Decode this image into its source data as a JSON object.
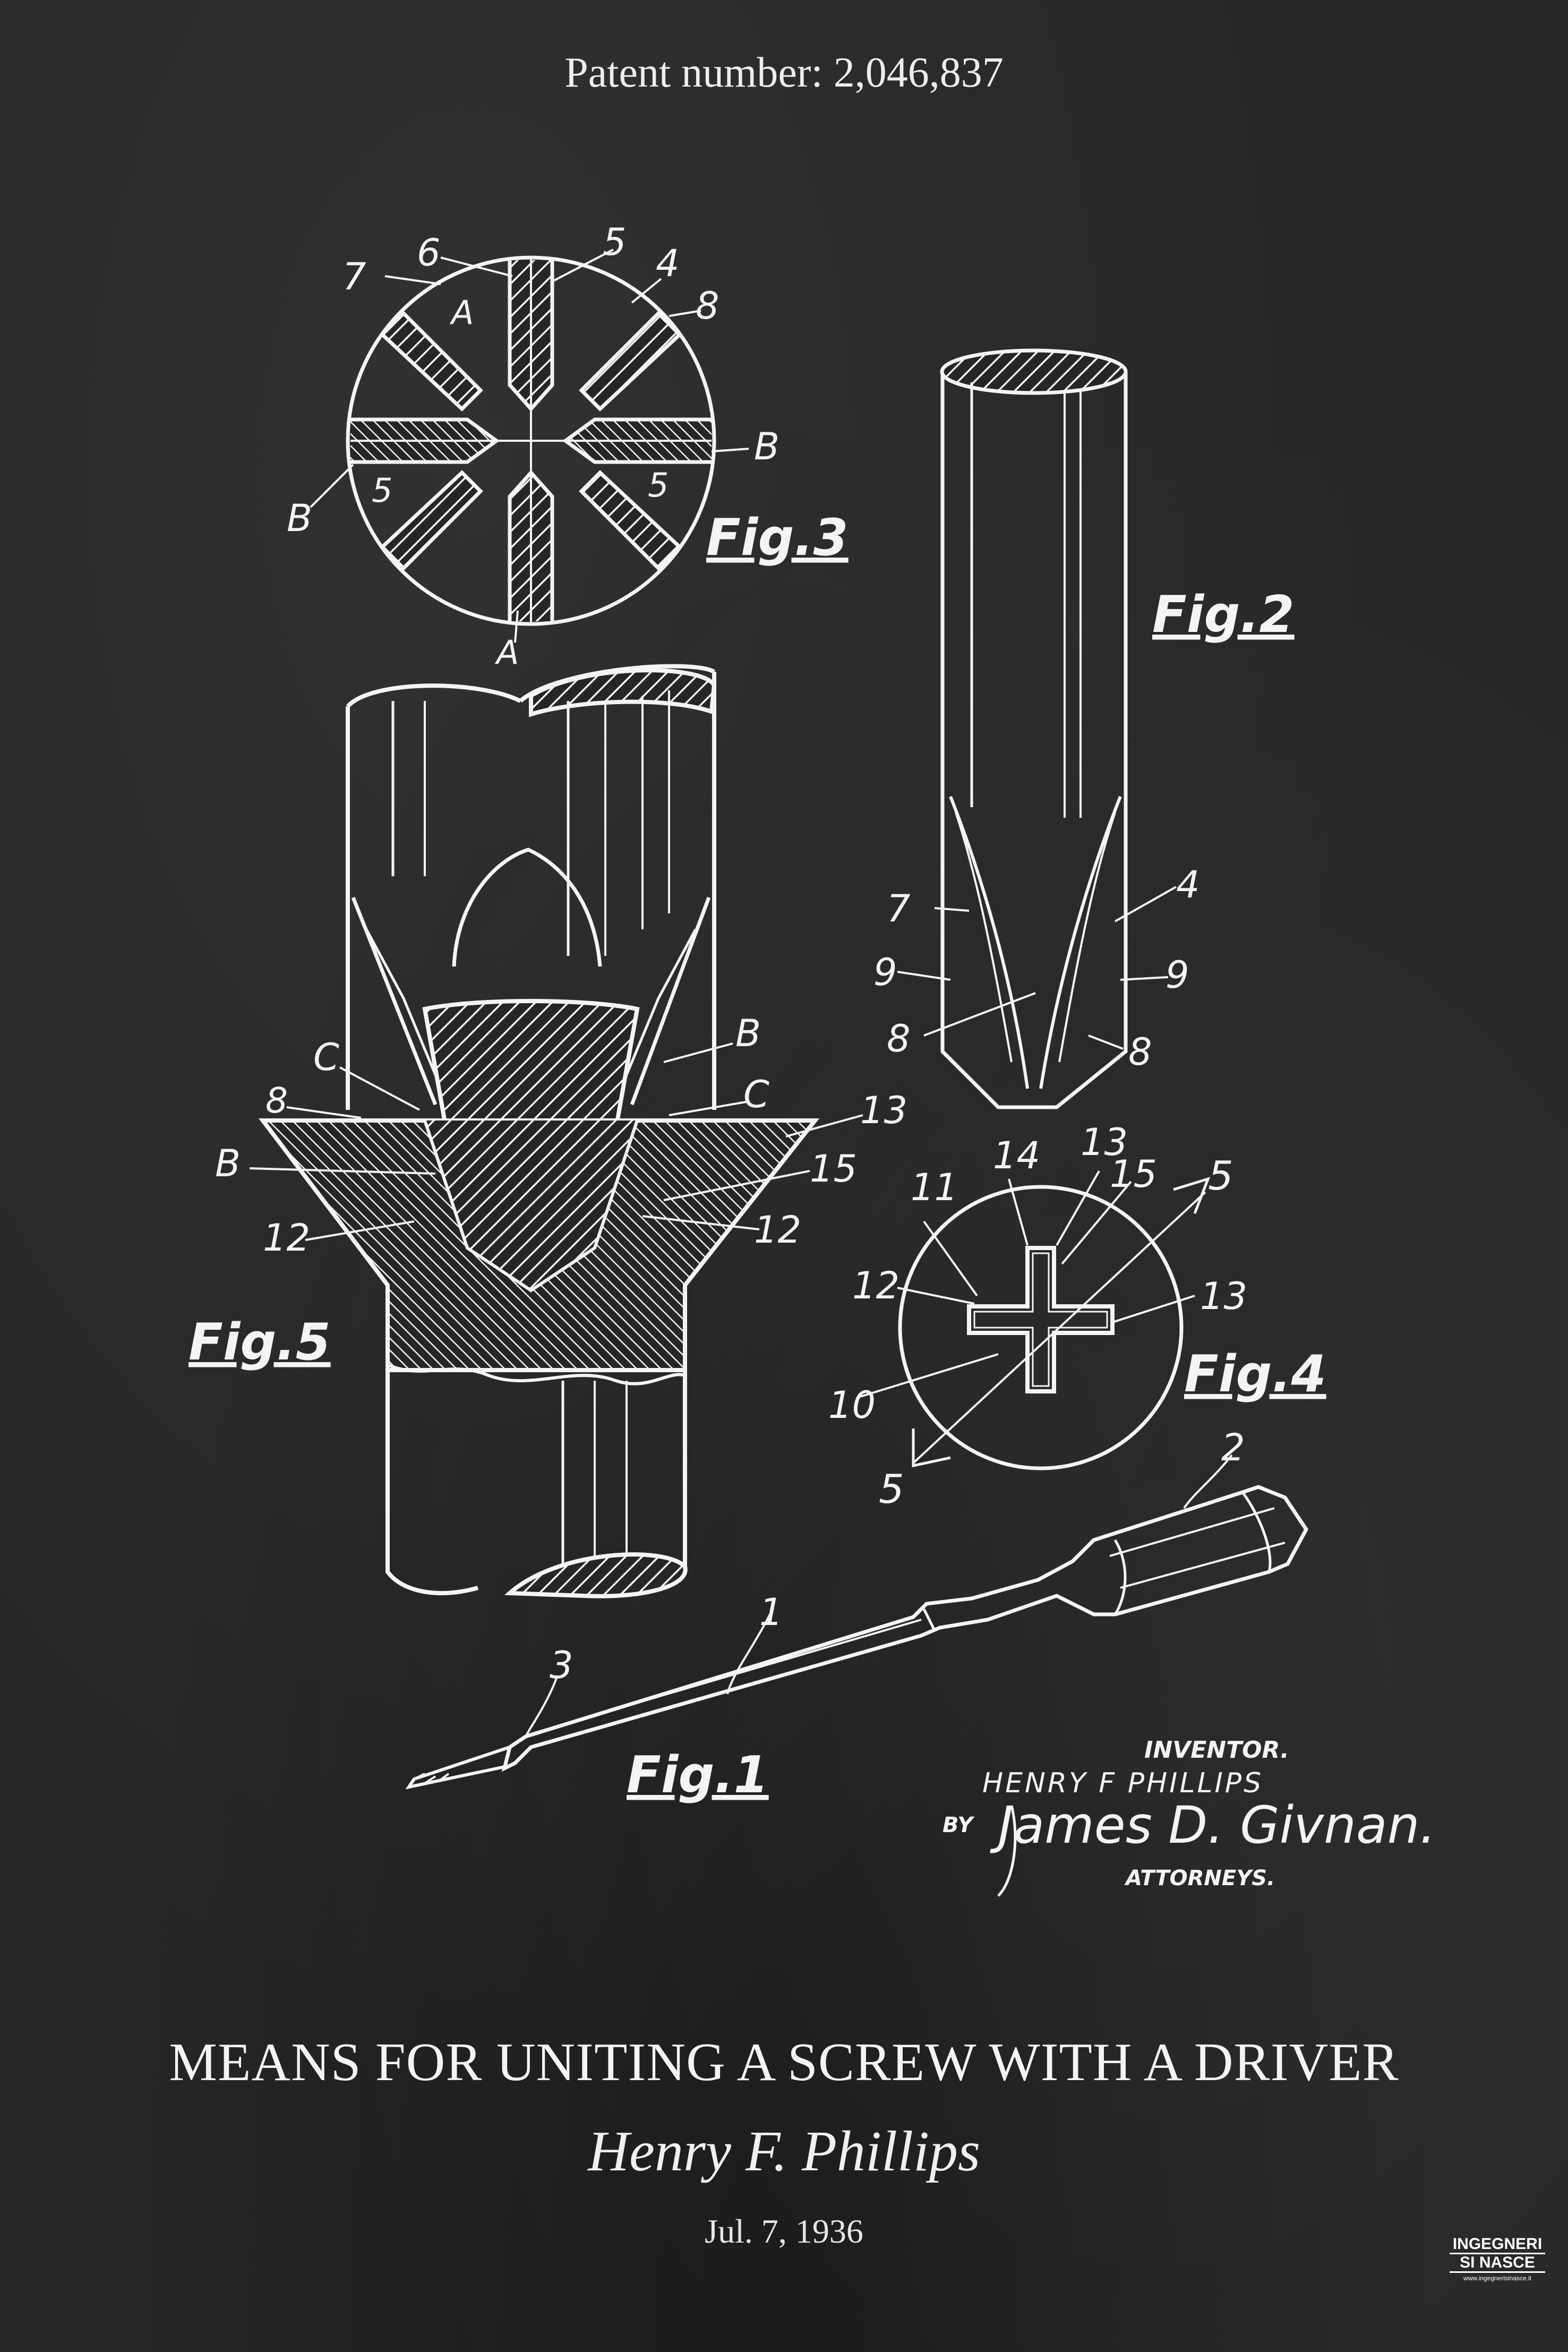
{
  "header": {
    "patent_number": "Patent number: 2,046,837"
  },
  "figures": {
    "fig1": "Fig.1",
    "fig2": "Fig.2",
    "fig3": "Fig.3",
    "fig4": "Fig.4",
    "fig5": "Fig.5"
  },
  "fig3_labels": {
    "l7": "7",
    "l6": "6",
    "l5": "5",
    "l4": "4",
    "l8": "8",
    "lA_top": "A",
    "lB_right": "B",
    "lB_left": "B",
    "l5_left": "5",
    "l5_right": "5",
    "lA_bottom": "A"
  },
  "fig2_labels": {
    "l7": "7",
    "l4": "4",
    "l9_left": "9",
    "l9_right": "9",
    "l8_left": "8",
    "l8_right": "8"
  },
  "fig5_labels": {
    "lC_left": "C",
    "l8": "8",
    "lB_left": "B",
    "l12_left": "12",
    "lB_right": "B",
    "lC_right": "C",
    "l13": "13",
    "l15": "15",
    "l12_right": "12"
  },
  "fig4_labels": {
    "l11": "11",
    "l14": "14",
    "l13_top": "13",
    "l15": "15",
    "l5_top": "5",
    "l12": "12",
    "l13_right": "13",
    "l10": "10",
    "l5_bottom": "5"
  },
  "fig1_labels": {
    "l1": "1",
    "l2": "2",
    "l3": "3"
  },
  "signature": {
    "inventor_label": "INVENTOR.",
    "inventor_name": "HENRY F PHILLIPS",
    "by": "BY",
    "attorney_signature": "James D. Givnan.",
    "attorneys_label": "ATTORNEYS."
  },
  "footer": {
    "title": "MEANS FOR UNITING A SCREW WITH A DRIVER",
    "author": "Henry F. Phillips",
    "date": "Jul. 7, 1936"
  },
  "logo": {
    "line1": "INGEGNERI",
    "line2": "SI NASCE",
    "line3": "www.ingegnerisinasce.it"
  },
  "colors": {
    "background": "#262626",
    "ink": "#f4f4f4"
  }
}
